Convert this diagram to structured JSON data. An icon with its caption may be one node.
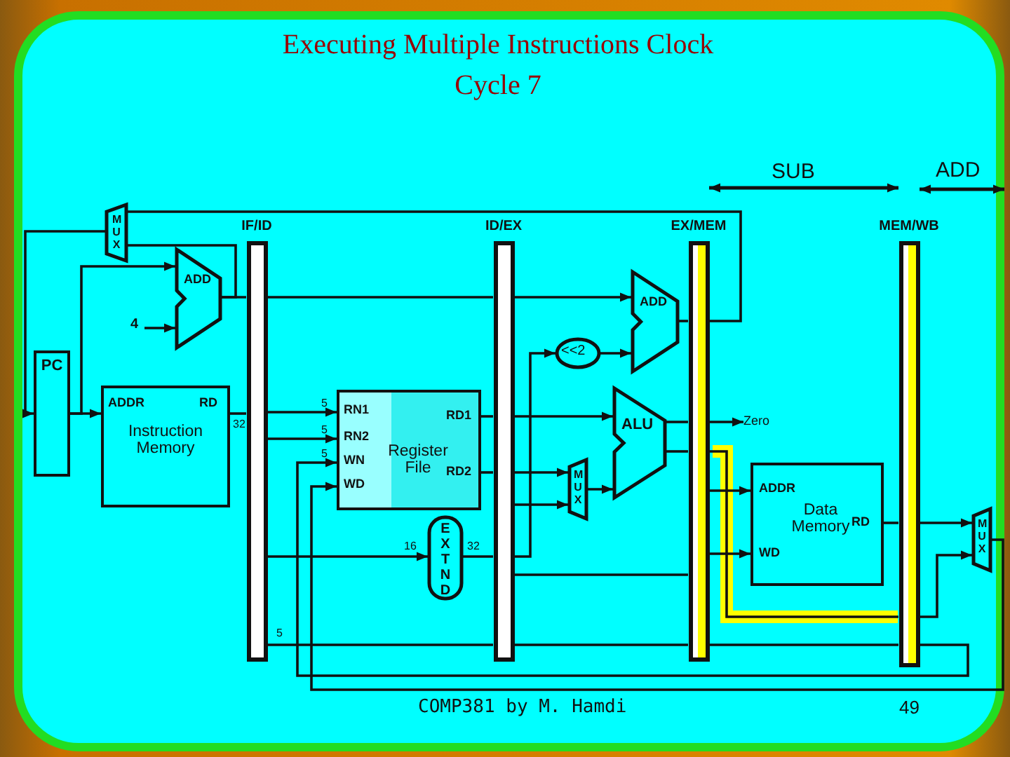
{
  "diagram": {
    "title": "Executing Multiple Instructions Clock Cycle 7",
    "nodes": [
      {
        "text": [
          "MUX"
        ]
      },
      {
        "text": [
          "IF/ID"
        ]
      },
      {
        "text": [
          "ID/EX"
        ]
      },
      {
        "text": [
          "EX/MEM"
        ]
      },
      {
        "text": [
          "MEM/WB"
        ]
      },
      {
        "text": [
          "ADD"
        ]
      },
      {
        "text": [
          "4"
        ]
      },
      {
        "text": [
          "PC"
        ]
      },
      {
        "text": [
          "ADDR",
          "RD",
          "Instruction Memory"
        ]
      },
      {
        "text": [
          "RN1",
          "RN2",
          "WN",
          "WD",
          "Register File",
          "RD1",
          "RD2"
        ]
      },
      {
        "text": [
          "EXTND"
        ]
      },
      {
        "text": [
          "<<2"
        ]
      },
      {
        "text": [
          "ADD"
        ]
      },
      {
        "text": [
          "ALU"
        ]
      },
      {
        "text": [
          "MUX"
        ]
      },
      {
        "text": [
          "Zero"
        ]
      },
      {
        "text": [
          "ADDR",
          "Data Memory",
          "RD",
          "WD"
        ]
      },
      {
        "text": [
          "MUX"
        ]
      }
    ],
    "edges": [
      {
        "from": 0,
        "to": 7,
        "arrow": "to"
      },
      {
        "from": 7,
        "to": 8,
        "arrow": "to"
      },
      {
        "from": 7,
        "to": 5,
        "arrow": "to"
      },
      {
        "from": 6,
        "to": 5,
        "arrow": "to"
      },
      {
        "from": 5,
        "to": 0,
        "arrow": "none"
      },
      {
        "from": 5,
        "to": 1,
        "arrow": "none"
      },
      {
        "from": 8,
        "to": 1,
        "arrow": "none"
      },
      {
        "from": 1,
        "to": 9,
        "arrow": "to"
      },
      {
        "from": 1,
        "to": 9,
        "arrow": "to"
      },
      {
        "from": 1,
        "to": 10,
        "arrow": "to"
      },
      {
        "from": 1,
        "to": 2,
        "arrow": "none"
      },
      {
        "from": 2,
        "to": 12,
        "arrow": "to"
      },
      {
        "from": 2,
        "to": 11,
        "arrow": "to"
      },
      {
        "from": 11,
        "to": 12,
        "arrow": "to"
      },
      {
        "from": 12,
        "to": 3,
        "arrow": "none"
      },
      {
        "from": 3,
        "to": 0,
        "arrow": "none"
      },
      {
        "from": 9,
        "to": 2,
        "arrow": "none"
      },
      {
        "from": 9,
        "to": 2,
        "arrow": "none"
      },
      {
        "from": 10,
        "to": 2,
        "arrow": "none"
      },
      {
        "from": 2,
        "to": 13,
        "arrow": "to"
      },
      {
        "from": 2,
        "to": 14,
        "arrow": "to"
      },
      {
        "from": 2,
        "to": 14,
        "arrow": "to"
      },
      {
        "from": 14,
        "to": 13,
        "arrow": "to"
      },
      {
        "from": 13,
        "to": 3,
        "arrow": "none"
      },
      {
        "from": 3,
        "to": 15,
        "arrow": "to"
      },
      {
        "from": 13,
        "to": 3,
        "arrow": "none"
      },
      {
        "from": 2,
        "to": 3,
        "arrow": "none"
      },
      {
        "from": 3,
        "to": 16,
        "arrow": "to"
      },
      {
        "from": 3,
        "to": 16,
        "arrow": "to"
      },
      {
        "from": 16,
        "to": 4,
        "arrow": "none"
      },
      {
        "from": 3,
        "to": 4,
        "arrow": "none"
      },
      {
        "from": 4,
        "to": 17,
        "arrow": "to"
      },
      {
        "from": 4,
        "to": 17,
        "arrow": "to"
      },
      {
        "from": 17,
        "to": 9,
        "arrow": "to"
      },
      {
        "from": 1,
        "to": 2,
        "arrow": "none"
      },
      {
        "from": 2,
        "to": 3,
        "arrow": "none"
      },
      {
        "from": 3,
        "to": 4,
        "arrow": "none"
      },
      {
        "from": 4,
        "to": 9,
        "arrow": "to"
      },
      {
        "from": 3,
        "to": 4,
        "arrow": "both",
        "label": "SUB"
      },
      {
        "from": 4,
        "to": null,
        "arrow": "both",
        "label": "ADD"
      }
    ],
    "labels": [
      "32",
      "5",
      "5",
      "5",
      "16",
      "32",
      "5",
      "COMP381 by M. Hamdi",
      "49"
    ]
  }
}
